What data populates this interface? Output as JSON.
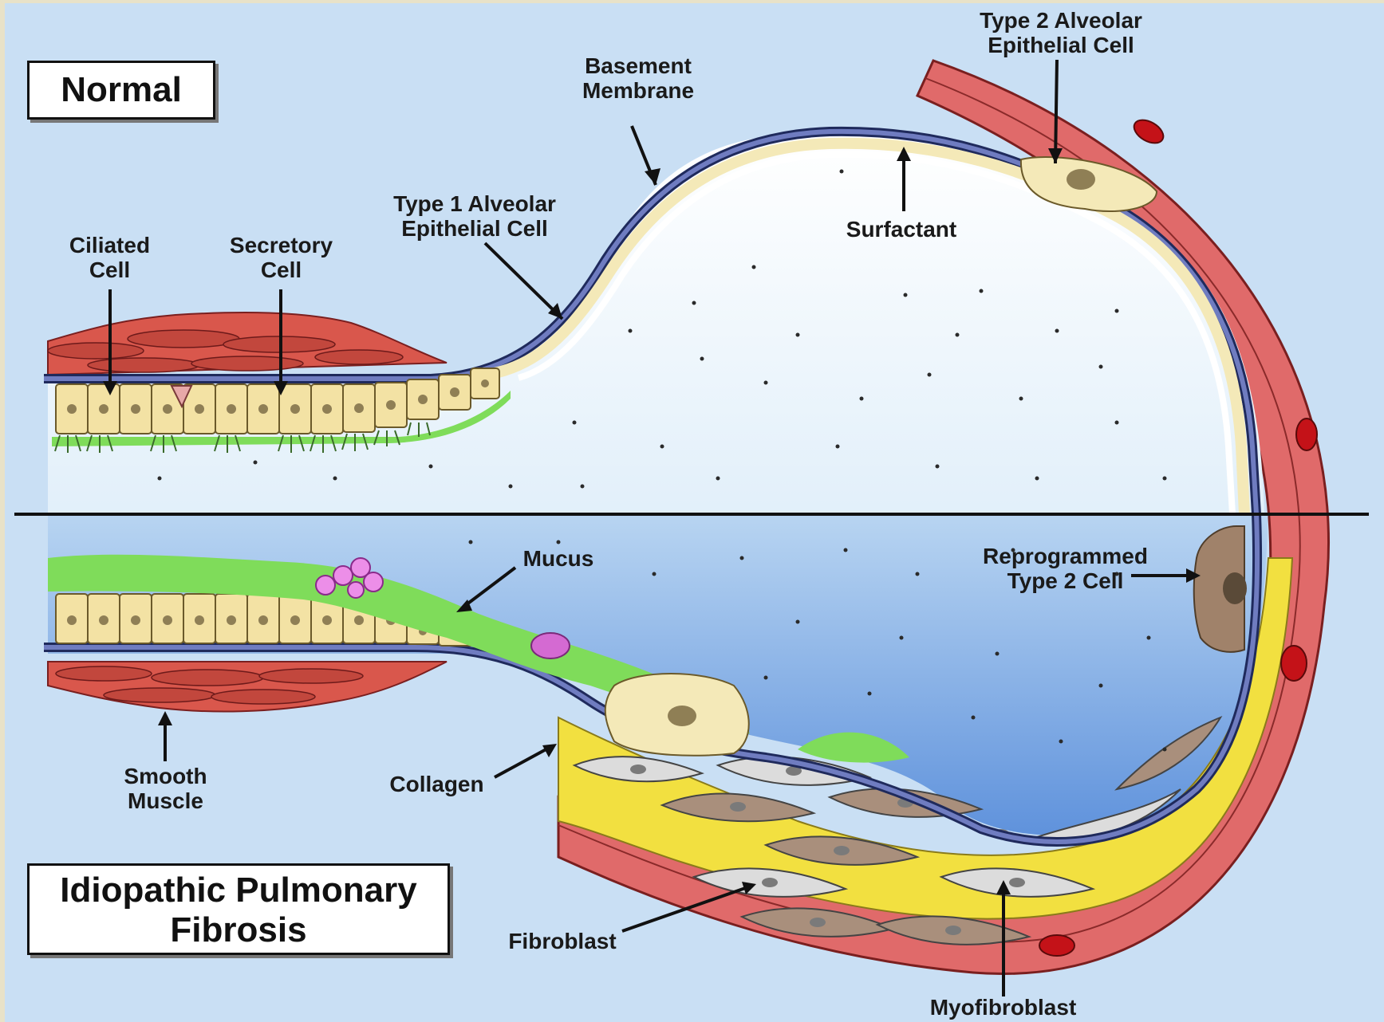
{
  "panels": {
    "normal": "Normal",
    "ipf": "Idiopathic Pulmonary\nFibrosis"
  },
  "labels": {
    "basement_membrane": "Basement\nMembrane",
    "type2_alveolar": "Type 2 Alveolar\nEpithelial Cell",
    "type1_alveolar": "Type 1 Alveolar\nEpithelial Cell",
    "ciliated_cell": "Ciliated\nCell",
    "secretory_cell": "Secretory\nCell",
    "surfactant": "Surfactant",
    "mucus": "Mucus",
    "reprogrammed_type2": "Reprogrammed\nType 2 Cell",
    "smooth_muscle": "Smooth\nMuscle",
    "collagen": "Collagen",
    "fibroblast": "Fibroblast",
    "myofibroblast": "Myofibroblast"
  },
  "colors": {
    "background": "#c9dff4",
    "alveolar_space": "#ecf6fc",
    "ipf_space": "#6f9ee0",
    "vessel": "#e06a6a",
    "red_blood_cell": "#c41218",
    "basement_membrane": "#5d6aa8",
    "epithelium": "#f4e9b8",
    "mucus": "#7fdc5a",
    "collagen": "#f2e040",
    "smooth_muscle": "#d9574c"
  }
}
